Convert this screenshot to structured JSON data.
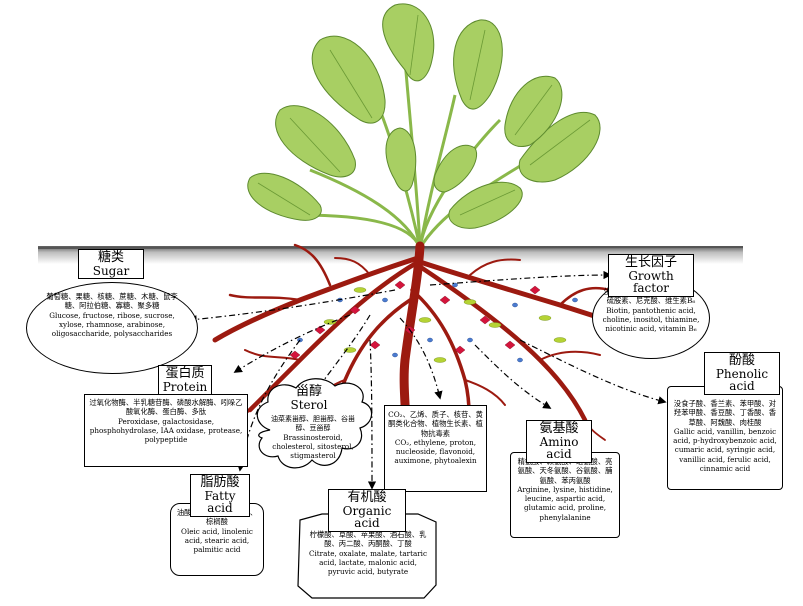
{
  "sugar": {
    "title_zh": "糖类",
    "title_en": "Sugar",
    "zh": "葡萄糖、果糖、核糖、蔗糖、木糖、鼠李糖、阿拉伯糖、寡糖、聚多糖",
    "en": "Glucose, fructose, ribose, sucrose, xylose, rhamnose, arabinose, oligosaccharide, polysaccharides"
  },
  "growth_factor": {
    "title_zh": "生长因子",
    "title_en": "Growth factor",
    "zh": "生物素、泛酸、胆碱、肌醇、硫胺素、尼克酸、维生素B₆",
    "en": "Biotin, pantothenic acid, choline, inositol, thiamine, nicotinic acid, vitamin B₆"
  },
  "protein": {
    "title_zh": "蛋白质",
    "title_en": "Protein",
    "zh": "过氧化物酶、半乳糖苷酶、磷酸水解酶、吲哚乙酸氧化酶、蛋白酶、多肽",
    "en": "Peroxidase, galactosidase, phosphohydrolase, IAA oxidase, protease, polypeptide"
  },
  "sterol": {
    "title_zh": "甾醇",
    "title_en": "Sterol",
    "zh": "油菜素甾醇、胆甾醇、谷甾醇、豆甾醇",
    "en": "Brassinosteroid, cholesterol, sitosterol, stigmasterol"
  },
  "gases": {
    "zh": "CO₂、乙烯、质子、核苷、黄酮类化合物、植物生长素、植物抗毒素",
    "en": "CO₂, ethylene, proton, nucleoside, flavonoid, auximone, phytoalexin"
  },
  "amino_acid": {
    "title_zh": "氨基酸",
    "title_en": "Amino acid",
    "zh": "精氨酸、赖氨酸、组氨酸、亮氨酸、天冬氨酸、谷氨酸、脯氨酸、苯丙氨酸",
    "en": "Arginine, lysine, histidine, leucine, aspartic acid, glutamic acid, proline, phenylalanine"
  },
  "phenolic_acid": {
    "title_zh": "酚酸",
    "title_en": "Phenolic acid",
    "zh": "没食子酸、香兰素、苯甲酸、对羟苯甲酸、香豆酸、丁香酸、香草酸、阿魏酸、肉桂酸",
    "en": "Gallic acid, vanillin, benzoic acid, p-hydroxybenzoic acid, cumaric acid, syringic acid, vanillic acid, ferulic acid, cinnamic acid"
  },
  "fatty_acid": {
    "title_zh": "脂肪酸",
    "title_en": "Fatty acid",
    "zh": "油酸、亚麻酸、硬脂酸、棕榈酸",
    "en": "Oleic acid, linolenic acid, stearic acid, palmitic acid"
  },
  "organic_acid": {
    "title_zh": "有机酸",
    "title_en": "Organic acid",
    "zh": "柠檬酸、草酸、苹果酸、酒石酸、乳酸、丙二酸、丙酮酸、丁酸",
    "en": "Citrate, oxalate, malate, tartaric acid, lactate, malonic acid, pyruvic acid, butyrate"
  },
  "colors": {
    "root": "#9c1a10",
    "leaf": "#a8cf63",
    "leaf_dark": "#5d8a2e",
    "soil": "#6a6a6a",
    "dash_red": "#d4143c",
    "dash_green": "#b5d334",
    "dash_blue": "#4a7bd0"
  }
}
